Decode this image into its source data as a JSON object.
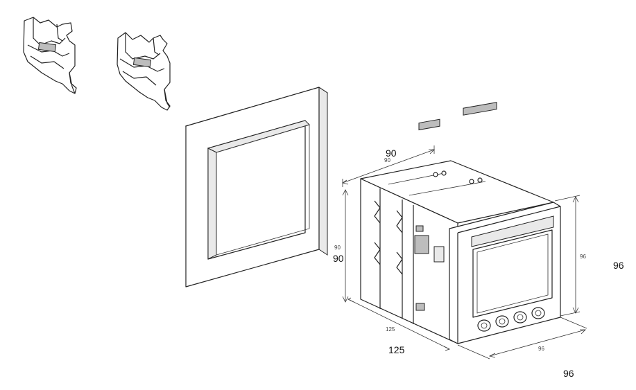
{
  "dimensions": {
    "top_width": {
      "value": "90",
      "ghost": "90"
    },
    "left_height": {
      "value": "90",
      "ghost": "90"
    },
    "right_height": {
      "value": "96",
      "ghost": "96"
    },
    "bottom_depth": {
      "value": "125",
      "ghost": "125"
    },
    "bottom_width": {
      "value": "96",
      "ghost": "96"
    }
  },
  "parts": [
    "mounting-clip",
    "mounting-clip",
    "panel-frame",
    "meter-body"
  ],
  "colors": {
    "line": "#222222",
    "shade": "#e9e9e9",
    "dark": "#bdbdbd",
    "background": "#ffffff"
  }
}
